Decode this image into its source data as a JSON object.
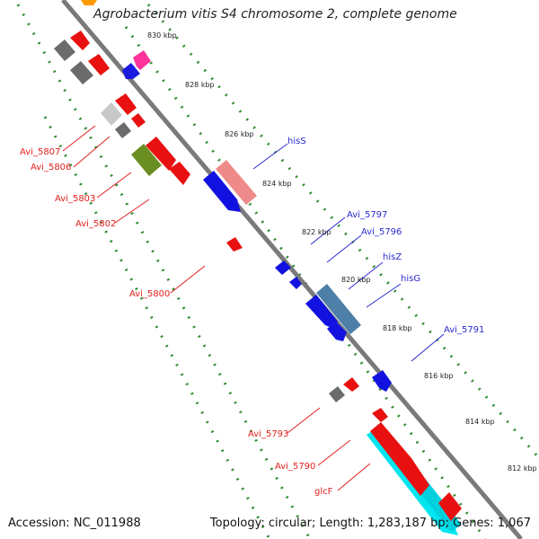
{
  "title": "Agrobacterium vitis S4 chromosome 2, complete genome",
  "footer": {
    "accession": "Accession: NC_011988",
    "summary": "Topology: circular; Length: 1,283,187 bp; Genes: 1,067"
  },
  "colors": {
    "backbone": "#8a8a8a",
    "tick_dots": "#2e8b2e",
    "red_gene": "#e81010",
    "blue_gene": "#1212e0",
    "pink_gene": "#e090a0",
    "steel_gene": "#4d7fa8",
    "cyan_gene": "#00e5ee",
    "gray_gene": "#707070",
    "olive_gene": "#6b8e23",
    "magenta_gene": "#ff3399",
    "orange_gene": "#ff9900",
    "label_red": "#e0201e",
    "label_blue": "#2a2ad0"
  },
  "kbp_ticks": [
    "830 kbp",
    "828 kbp",
    "826 kbp",
    "824 kbp",
    "822 kbp",
    "820 kbp",
    "818 kbp",
    "816 kbp",
    "814 kbp",
    "812 kbp"
  ],
  "gene_labels_left": [
    "Avi_5807",
    "Avi_5806",
    "Avi_5803",
    "Avi_5802",
    "Avi_5800",
    "Avi_5793",
    "Avi_5790",
    "glcF"
  ],
  "gene_labels_right": [
    "hisS",
    "Avi_5797",
    "Avi_5796",
    "hisZ",
    "hisG",
    "Avi_5791"
  ]
}
